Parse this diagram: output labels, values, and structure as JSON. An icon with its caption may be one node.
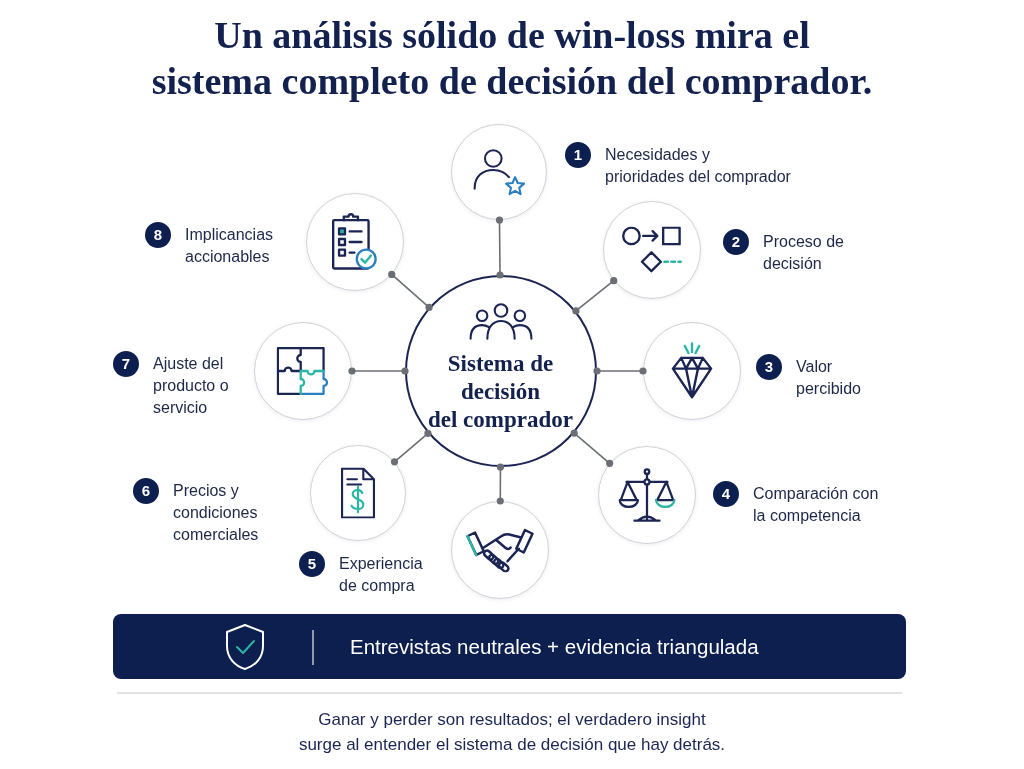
{
  "diagram": {
    "title": "Un análisis sólido de win-loss mira el sistema completo de decisión del comprador.",
    "caption": "Ganar y perder son resultados; el verdadero insight surge al entender el sistema de decisión que hay detrás.",
    "nodes": [
      {
        "text": [
          "Sistema de decisión del comprador"
        ]
      },
      {
        "text": [],
        "shape": "circle",
        "beside": [
          "1",
          "Necesidades y prioridades del comprador"
        ]
      },
      {
        "text": [],
        "shape": "circle",
        "beside": [
          "2",
          "Proceso de decisión"
        ]
      },
      {
        "text": [],
        "shape": "circle",
        "beside": [
          "3",
          "Valor percibido"
        ]
      },
      {
        "text": [],
        "shape": "circle",
        "beside": [
          "4",
          "Comparación con la competencia"
        ]
      },
      {
        "text": [],
        "shape": "circle",
        "beside": [
          "5",
          "Experiencia de compra"
        ]
      },
      {
        "text": [],
        "shape": "circle",
        "beside": [
          "6",
          "Precios y condiciones comerciales"
        ]
      },
      {
        "text": [],
        "shape": "circle",
        "beside": [
          "7",
          "Ajuste del producto o servicio"
        ]
      },
      {
        "text": [],
        "shape": "circle",
        "beside": [
          "8",
          "Implicancias accionables"
        ]
      },
      {
        "text": [
          "Entrevistas neutrales + evidencia triangulada"
        ]
      }
    ],
    "edges": [
      {
        "from": 0,
        "to": 1,
        "arrow": "other"
      },
      {
        "from": 0,
        "to": 2,
        "arrow": "other"
      },
      {
        "from": 0,
        "to": 3,
        "arrow": "other"
      },
      {
        "from": 0,
        "to": 4,
        "arrow": "other"
      },
      {
        "from": 0,
        "to": 5,
        "arrow": "other"
      },
      {
        "from": 0,
        "to": 6,
        "arrow": "other"
      },
      {
        "from": 0,
        "to": 7,
        "arrow": "other"
      },
      {
        "from": 0,
        "to": 8,
        "arrow": "other"
      }
    ]
  }
}
